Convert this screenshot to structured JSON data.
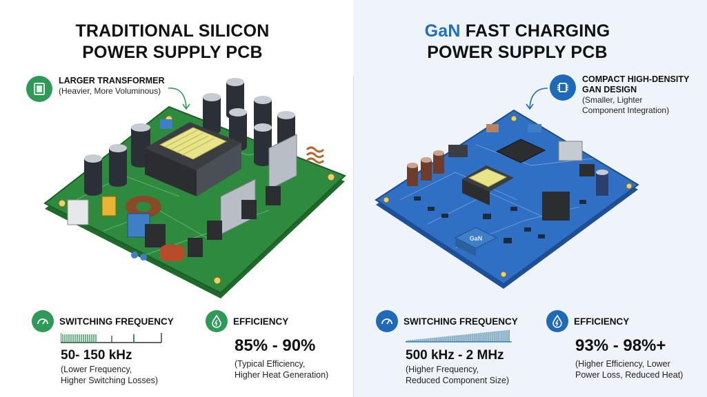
{
  "left": {
    "title_line1": "TRADITIONAL SILICON",
    "title_line2": "POWER SUPPLY PCB",
    "callout_title": "LARGER TRANSFORMER",
    "callout_sub": "(Heavier, More Voluminous)",
    "freq_title": "SWITCHING FREQUENCY",
    "freq_value": "50- 150 kHz",
    "freq_sub1": "(Lower Frequency,",
    "freq_sub2": "Higher Switching Losses)",
    "eff_title": "EFFICIENCY",
    "eff_value": "85% - 90%",
    "eff_sub1": "(Typical Efficiency,",
    "eff_sub2": "Higher Heat Generation)",
    "accent_color": "#2f9a57",
    "board_color": "#2e8b3e"
  },
  "right": {
    "title_accent": "GaN",
    "title_line1_rest": " FAST CHARGING",
    "title_line2": "POWER SUPPLY PCB",
    "callout_title1": "COMPACT HIGH-DENSITY",
    "callout_title2": "GAN DESIGN",
    "callout_sub1": "(Smaller, Lighter",
    "callout_sub2": "Component Integration)",
    "chip_label": "GaN",
    "freq_title": "SWITCHING FREQUENCY",
    "freq_value": "500 kHz - 2 MHz",
    "freq_sub1": "(Higher Frequency,",
    "freq_sub2": "Reduced Component Size)",
    "eff_title": "EFFICIENCY",
    "eff_value": "93% - 98%+",
    "eff_sub1": "(Higher Efficiency, Lower",
    "eff_sub2": "Power Loss, Reduced Heat)",
    "accent_color": "#1e69b8",
    "board_color": "#2f6fc4"
  },
  "icons": {
    "left_callout": "transformer-icon",
    "right_callout": "chip-icon",
    "frequency": "gauge-icon",
    "efficiency": "drop-bolt-icon"
  }
}
